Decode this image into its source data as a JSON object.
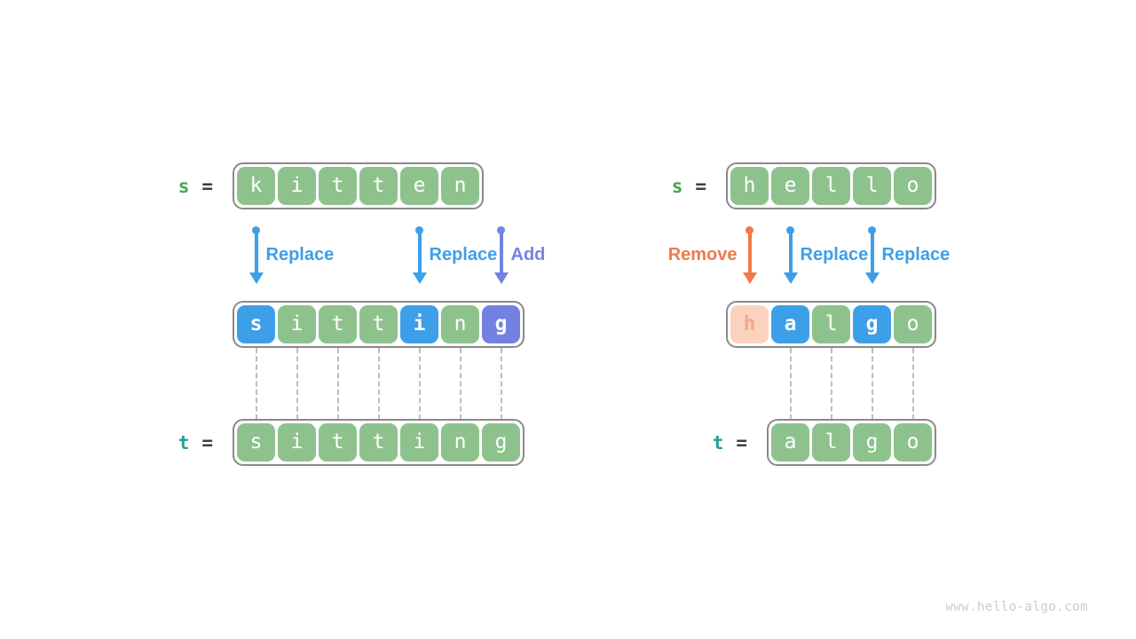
{
  "watermark": "www.hello-algo.com",
  "colors": {
    "green_cell": "#8dc28d",
    "blue_cell": "#3d9fe8",
    "purple_cell": "#7382e1",
    "peach_cell_bg": "#fbd2c0",
    "peach_cell_text": "#f4a98c",
    "cell_text": "#ffffff",
    "s_label": "#4ca54c",
    "t_label": "#2a9d9a",
    "equals": "#3b4045",
    "blue_op": "#3d9fe8",
    "purple_op": "#7382e1",
    "orange_op": "#f0794a",
    "container_border": "#8a8a8a",
    "connector": "#bdbdbd",
    "watermark": "#c9cbce"
  },
  "panels": [
    {
      "name": "kitten-to-sitting",
      "source_label": "s",
      "target_label": "t",
      "equals_sign": "=",
      "source_word": "kitten",
      "mid_word": "sitting",
      "target_word": "sitting",
      "source_cells": [
        {
          "ch": "k",
          "style": "green"
        },
        {
          "ch": "i",
          "style": "green"
        },
        {
          "ch": "t",
          "style": "green"
        },
        {
          "ch": "t",
          "style": "green"
        },
        {
          "ch": "e",
          "style": "green"
        },
        {
          "ch": "n",
          "style": "green"
        }
      ],
      "mid_cells": [
        {
          "ch": "s",
          "style": "blue"
        },
        {
          "ch": "i",
          "style": "green"
        },
        {
          "ch": "t",
          "style": "green"
        },
        {
          "ch": "t",
          "style": "green"
        },
        {
          "ch": "i",
          "style": "blue"
        },
        {
          "ch": "n",
          "style": "green"
        },
        {
          "ch": "g",
          "style": "purple"
        }
      ],
      "target_cells": [
        {
          "ch": "s",
          "style": "green"
        },
        {
          "ch": "i",
          "style": "green"
        },
        {
          "ch": "t",
          "style": "green"
        },
        {
          "ch": "t",
          "style": "green"
        },
        {
          "ch": "i",
          "style": "green"
        },
        {
          "ch": "n",
          "style": "green"
        },
        {
          "ch": "g",
          "style": "green"
        }
      ],
      "ops": [
        {
          "label": "Replace",
          "style": "blue",
          "cell": 0,
          "side": "right"
        },
        {
          "label": "Replace",
          "style": "blue",
          "cell": 4,
          "side": "right"
        },
        {
          "label": "Add",
          "style": "purple",
          "cell": 6,
          "side": "right"
        }
      ],
      "connector_cells": [
        0,
        1,
        2,
        3,
        4,
        5,
        6
      ]
    },
    {
      "name": "hello-to-algo",
      "source_label": "s",
      "target_label": "t",
      "equals_sign": "=",
      "source_word": "hello",
      "mid_word": "halgo",
      "target_word": "algo",
      "source_cells": [
        {
          "ch": "h",
          "style": "green"
        },
        {
          "ch": "e",
          "style": "green"
        },
        {
          "ch": "l",
          "style": "green"
        },
        {
          "ch": "l",
          "style": "green"
        },
        {
          "ch": "o",
          "style": "green"
        }
      ],
      "mid_cells": [
        {
          "ch": "h",
          "style": "peach"
        },
        {
          "ch": "a",
          "style": "blue"
        },
        {
          "ch": "l",
          "style": "green"
        },
        {
          "ch": "g",
          "style": "blue"
        },
        {
          "ch": "o",
          "style": "green"
        }
      ],
      "target_cells": [
        {
          "ch": "a",
          "style": "green"
        },
        {
          "ch": "l",
          "style": "green"
        },
        {
          "ch": "g",
          "style": "green"
        },
        {
          "ch": "o",
          "style": "green"
        }
      ],
      "ops": [
        {
          "label": "Remove",
          "style": "orange",
          "cell": 0,
          "side": "left"
        },
        {
          "label": "Replace",
          "style": "blue",
          "cell": 1,
          "side": "right"
        },
        {
          "label": "Replace",
          "style": "blue",
          "cell": 3,
          "side": "right"
        }
      ],
      "connector_cells": [
        1,
        2,
        3,
        4
      ]
    }
  ]
}
